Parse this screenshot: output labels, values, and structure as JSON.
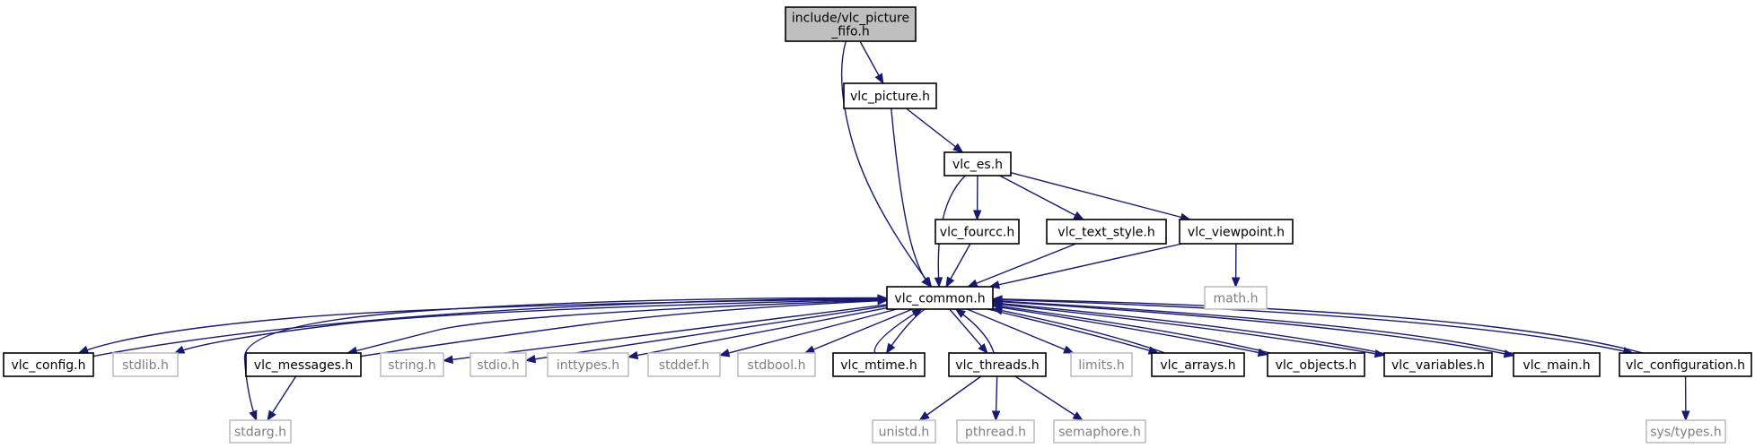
{
  "diagram": {
    "nodes": [
      {
        "id": "fifo",
        "lines": [
          "include/vlc_picture",
          "_fifo.h"
        ],
        "style": "root"
      },
      {
        "id": "picture",
        "lines": [
          "vlc_picture.h"
        ],
        "style": "documented"
      },
      {
        "id": "es",
        "lines": [
          "vlc_es.h"
        ],
        "style": "documented"
      },
      {
        "id": "fourcc",
        "lines": [
          "vlc_fourcc.h"
        ],
        "style": "documented"
      },
      {
        "id": "text_style",
        "lines": [
          "vlc_text_style.h"
        ],
        "style": "documented"
      },
      {
        "id": "viewpoint",
        "lines": [
          "vlc_viewpoint.h"
        ],
        "style": "documented"
      },
      {
        "id": "math",
        "lines": [
          "math.h"
        ],
        "style": "external"
      },
      {
        "id": "common",
        "lines": [
          "vlc_common.h"
        ],
        "style": "documented"
      },
      {
        "id": "config",
        "lines": [
          "vlc_config.h"
        ],
        "style": "documented"
      },
      {
        "id": "stdlib",
        "lines": [
          "stdlib.h"
        ],
        "style": "external"
      },
      {
        "id": "messages",
        "lines": [
          "vlc_messages.h"
        ],
        "style": "documented"
      },
      {
        "id": "string",
        "lines": [
          "string.h"
        ],
        "style": "external"
      },
      {
        "id": "stdio",
        "lines": [
          "stdio.h"
        ],
        "style": "external"
      },
      {
        "id": "inttypes",
        "lines": [
          "inttypes.h"
        ],
        "style": "external"
      },
      {
        "id": "stddef",
        "lines": [
          "stddef.h"
        ],
        "style": "external"
      },
      {
        "id": "stdbool",
        "lines": [
          "stdbool.h"
        ],
        "style": "external"
      },
      {
        "id": "mtime",
        "lines": [
          "vlc_mtime.h"
        ],
        "style": "documented"
      },
      {
        "id": "threads",
        "lines": [
          "vlc_threads.h"
        ],
        "style": "documented"
      },
      {
        "id": "limits",
        "lines": [
          "limits.h"
        ],
        "style": "external"
      },
      {
        "id": "arrays",
        "lines": [
          "vlc_arrays.h"
        ],
        "style": "documented"
      },
      {
        "id": "objects",
        "lines": [
          "vlc_objects.h"
        ],
        "style": "documented"
      },
      {
        "id": "variables",
        "lines": [
          "vlc_variables.h"
        ],
        "style": "documented"
      },
      {
        "id": "main",
        "lines": [
          "vlc_main.h"
        ],
        "style": "documented"
      },
      {
        "id": "configuration",
        "lines": [
          "vlc_configuration.h"
        ],
        "style": "documented"
      },
      {
        "id": "stdarg",
        "lines": [
          "stdarg.h"
        ],
        "style": "external"
      },
      {
        "id": "unistd",
        "lines": [
          "unistd.h"
        ],
        "style": "external"
      },
      {
        "id": "pthread",
        "lines": [
          "pthread.h"
        ],
        "style": "external"
      },
      {
        "id": "semaphore",
        "lines": [
          "semaphore.h"
        ],
        "style": "external"
      },
      {
        "id": "systypes",
        "lines": [
          "sys/types.h"
        ],
        "style": "external"
      }
    ],
    "edges": [
      [
        "fifo",
        "picture"
      ],
      [
        "fifo",
        "common"
      ],
      [
        "picture",
        "es"
      ],
      [
        "picture",
        "common"
      ],
      [
        "es",
        "fourcc"
      ],
      [
        "es",
        "text_style"
      ],
      [
        "es",
        "viewpoint"
      ],
      [
        "es",
        "common"
      ],
      [
        "fourcc",
        "common"
      ],
      [
        "text_style",
        "common"
      ],
      [
        "viewpoint",
        "math"
      ],
      [
        "viewpoint",
        "common"
      ],
      [
        "common",
        "config"
      ],
      [
        "common",
        "stdlib"
      ],
      [
        "common",
        "messages"
      ],
      [
        "common",
        "string"
      ],
      [
        "common",
        "stdio"
      ],
      [
        "common",
        "inttypes"
      ],
      [
        "common",
        "stddef"
      ],
      [
        "common",
        "stdbool"
      ],
      [
        "common",
        "mtime"
      ],
      [
        "common",
        "threads"
      ],
      [
        "common",
        "limits"
      ],
      [
        "common",
        "arrays"
      ],
      [
        "common",
        "objects"
      ],
      [
        "common",
        "variables"
      ],
      [
        "common",
        "main"
      ],
      [
        "common",
        "configuration"
      ],
      [
        "common",
        "stdarg"
      ],
      [
        "config",
        "common"
      ],
      [
        "messages",
        "common"
      ],
      [
        "mtime",
        "common"
      ],
      [
        "threads",
        "common"
      ],
      [
        "arrays",
        "common"
      ],
      [
        "objects",
        "common"
      ],
      [
        "variables",
        "common"
      ],
      [
        "main",
        "common"
      ],
      [
        "configuration",
        "common"
      ],
      [
        "messages",
        "stdarg"
      ],
      [
        "threads",
        "unistd"
      ],
      [
        "threads",
        "pthread"
      ],
      [
        "threads",
        "semaphore"
      ],
      [
        "configuration",
        "systypes"
      ]
    ]
  },
  "colors": {
    "edge": "#191970",
    "root_fill": "#bfbfbf",
    "node_border": "#000000",
    "external_border": "#bfbfbf",
    "external_text": "#7f7f7f",
    "text": "#000000"
  }
}
